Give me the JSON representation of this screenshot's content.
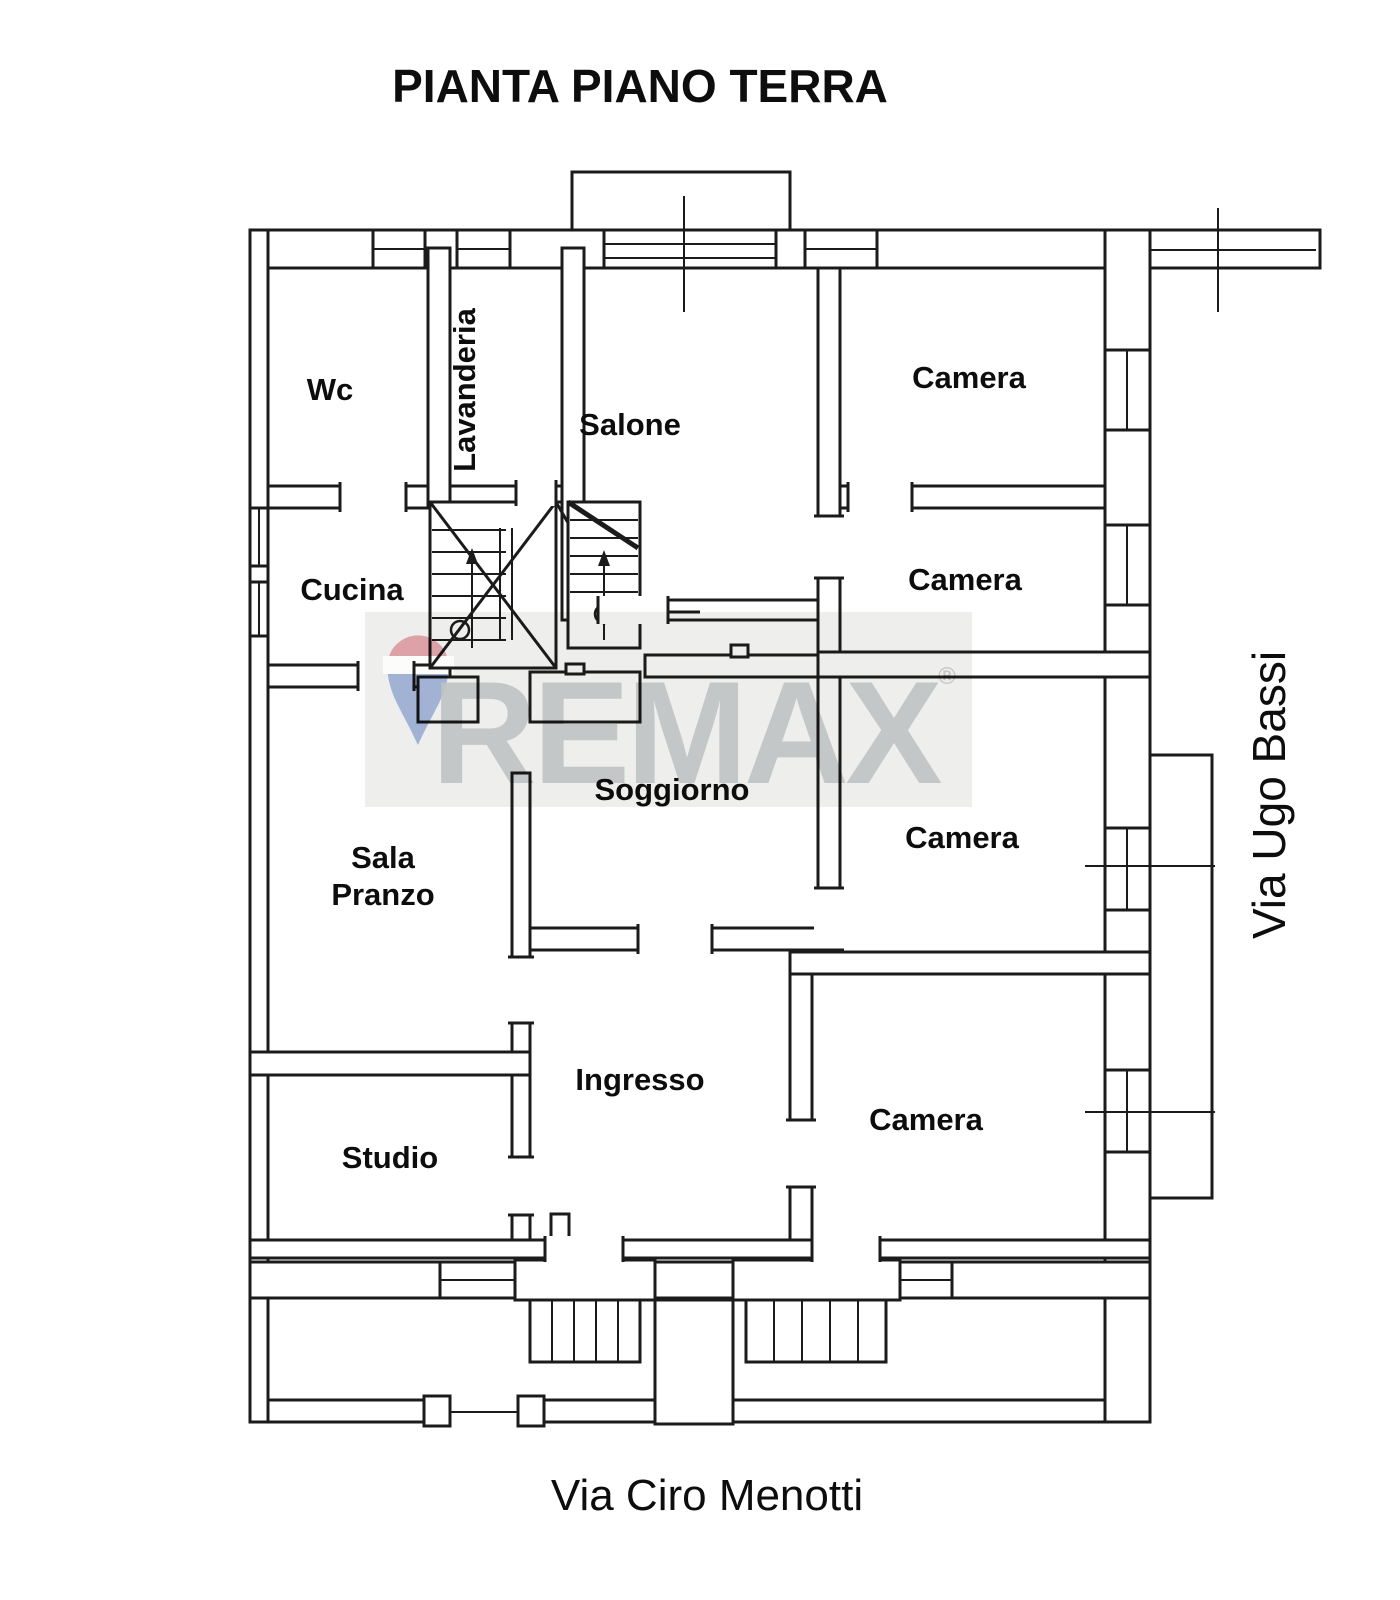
{
  "title": "PIANTA PIANO TERRA",
  "plan": {
    "rooms": {
      "wc": "Wc",
      "lavanderia": "Lavanderia",
      "salone": "Salone",
      "camera_nord": "Camera",
      "cucina": "Cucina",
      "camera_est": "Camera",
      "sala_pranzo_line1": "Sala",
      "sala_pranzo_line2": "Pranzo",
      "soggiorno": "Soggiorno",
      "camera_centro": "Camera",
      "ingresso": "Ingresso",
      "studio": "Studio",
      "camera_sud": "Camera"
    }
  },
  "streets": {
    "right": "Via Ugo Bassi",
    "bottom": "Via Ciro Menotti"
  },
  "watermark": {
    "brand": "REMAX",
    "registered": "®"
  },
  "colors": {
    "wall_line": "#1b1b1b",
    "label": "#0d0d0d",
    "watermark_box": "#ebebe9",
    "watermark_letters": "#bfc3c3",
    "balloon_red": "#d98f97",
    "balloon_blue": "#8fa3cf",
    "balloon_white": "#ffffff"
  }
}
